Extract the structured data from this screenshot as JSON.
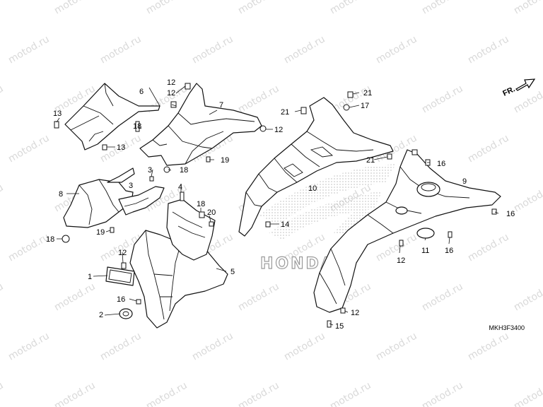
{
  "watermark": "motod.ru",
  "brand_logo": "HONDA",
  "direction": "FR.",
  "diagram_code": "MKH3F3400",
  "callouts": [
    "1",
    "2",
    "3",
    "4",
    "5",
    "6",
    "7",
    "8",
    "9",
    "10",
    "11",
    "12",
    "13",
    "14",
    "15",
    "16",
    "17",
    "18",
    "19",
    "20",
    "21"
  ]
}
